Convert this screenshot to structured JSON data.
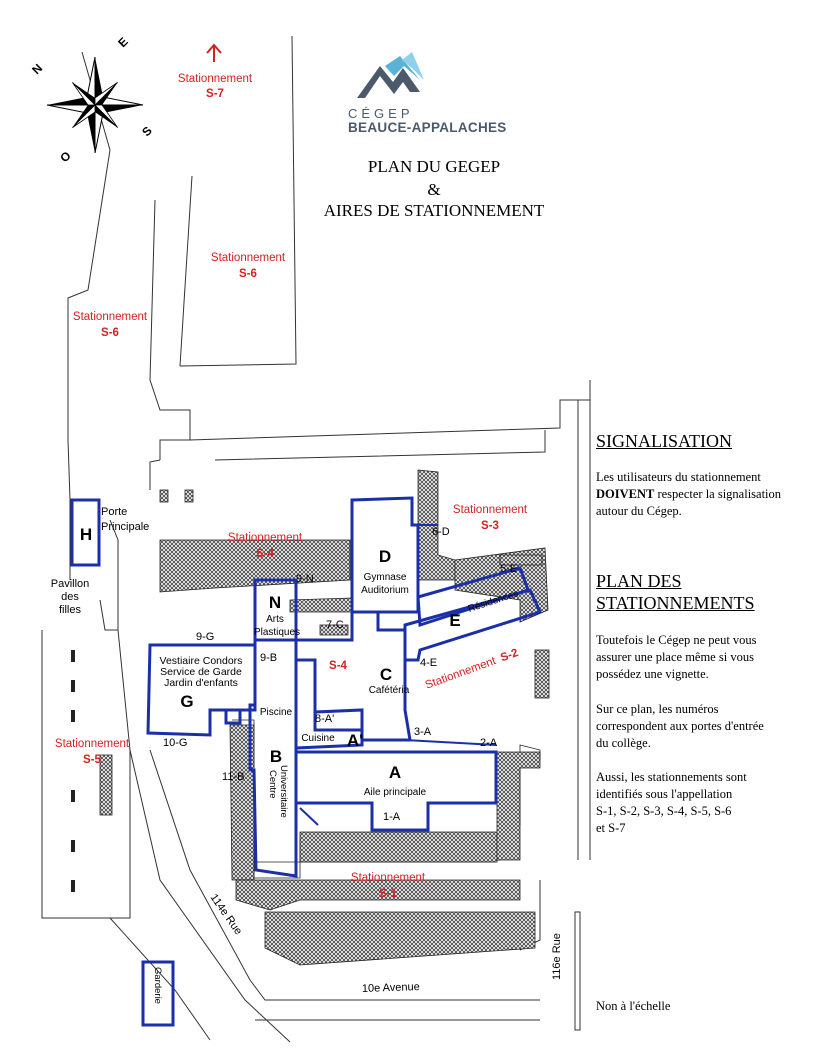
{
  "header": {
    "logo_line1": "CÉGEP",
    "logo_line2": "BEAUCE-APPALACHES",
    "title_line1": "PLAN DU GEGEP",
    "title_line2": "&",
    "title_line3": "AIRES DE STATIONNEMENT"
  },
  "compass": {
    "n": "N",
    "e": "E",
    "s": "S",
    "o": "O"
  },
  "parking": [
    {
      "name": "Stationnement",
      "code": "S-7"
    },
    {
      "name": "Stationnement",
      "code": "S-6"
    },
    {
      "name": "Stationnement",
      "code": "S-6"
    },
    {
      "name": "Stationnement",
      "code": "S-4"
    },
    {
      "name": "Stationnement",
      "code": "S-3"
    },
    {
      "name": "Stationnement",
      "code": "S-2"
    },
    {
      "name": "Stationnement",
      "code": "S-5"
    },
    {
      "name": "Stationnement",
      "code": "S-1"
    }
  ],
  "s4_inner": "S-4",
  "buildings": {
    "H": "H",
    "D": "D",
    "D_desc1": "Gymnase",
    "D_desc2": "Auditorium",
    "E": "E",
    "E_desc": "Résidences",
    "N": "N",
    "N_desc1": "Arts",
    "N_desc2": "Plastiques",
    "C": "C",
    "C_desc": "Cafétéria",
    "G": "G",
    "G_desc1": "Vestiaire Condors",
    "G_desc2": "Service de Garde",
    "G_desc3": "Jardin d'enfants",
    "Aprime": "A'",
    "Aprime_desc": "Cuisine",
    "B": "B",
    "B_piscine": "Piscine",
    "B_vert1": "Centre",
    "B_vert2": "Universitaire",
    "A": "A",
    "A_desc": "Aile principale",
    "garderie": "Garderie"
  },
  "doors": [
    "6-D",
    "7-C",
    "9-N",
    "9-G",
    "9-B",
    "5-E",
    "4-E",
    "8-A'",
    "3-A",
    "2-A",
    "10-G",
    "11-B",
    "1-A"
  ],
  "labels": {
    "porte1": "Porte",
    "porte2": "Principale",
    "pavillon1": "Pavillon",
    "pavillon2": "des",
    "pavillon3": "filles"
  },
  "streets": {
    "s114": "114e Rue",
    "s116": "116e Rue",
    "av10": "10e Avenue"
  },
  "panel": {
    "sig_title": "SIGNALISATION",
    "sig_text_a": "Les utilisateurs du stationnement",
    "sig_text_b": "DOIVENT",
    "sig_text_c": "respecter la signalisation autour du Cégep.",
    "plan_title1": "PLAN DES",
    "plan_title2": "STATIONNEMENTS",
    "p1": "Toutefois le Cégep ne peut vous assurer une place même si vous possédez une vignette.",
    "p2": "Sur ce plan, les numéros correspondent aux portes d'entrée du collège.",
    "p3": "Aussi, les stationnements sont identifiés sous l'appellation",
    "p3b": "S-1, S-2, S-3, S-4, S-5, S-6",
    "p3c": "et S-7",
    "scale": "Non à l'échelle"
  },
  "colors": {
    "building_outline": "#1a2fa8",
    "parking_label": "#d42020",
    "logo": "#4a5a6a",
    "logo_accent": "#5ab3d6"
  }
}
